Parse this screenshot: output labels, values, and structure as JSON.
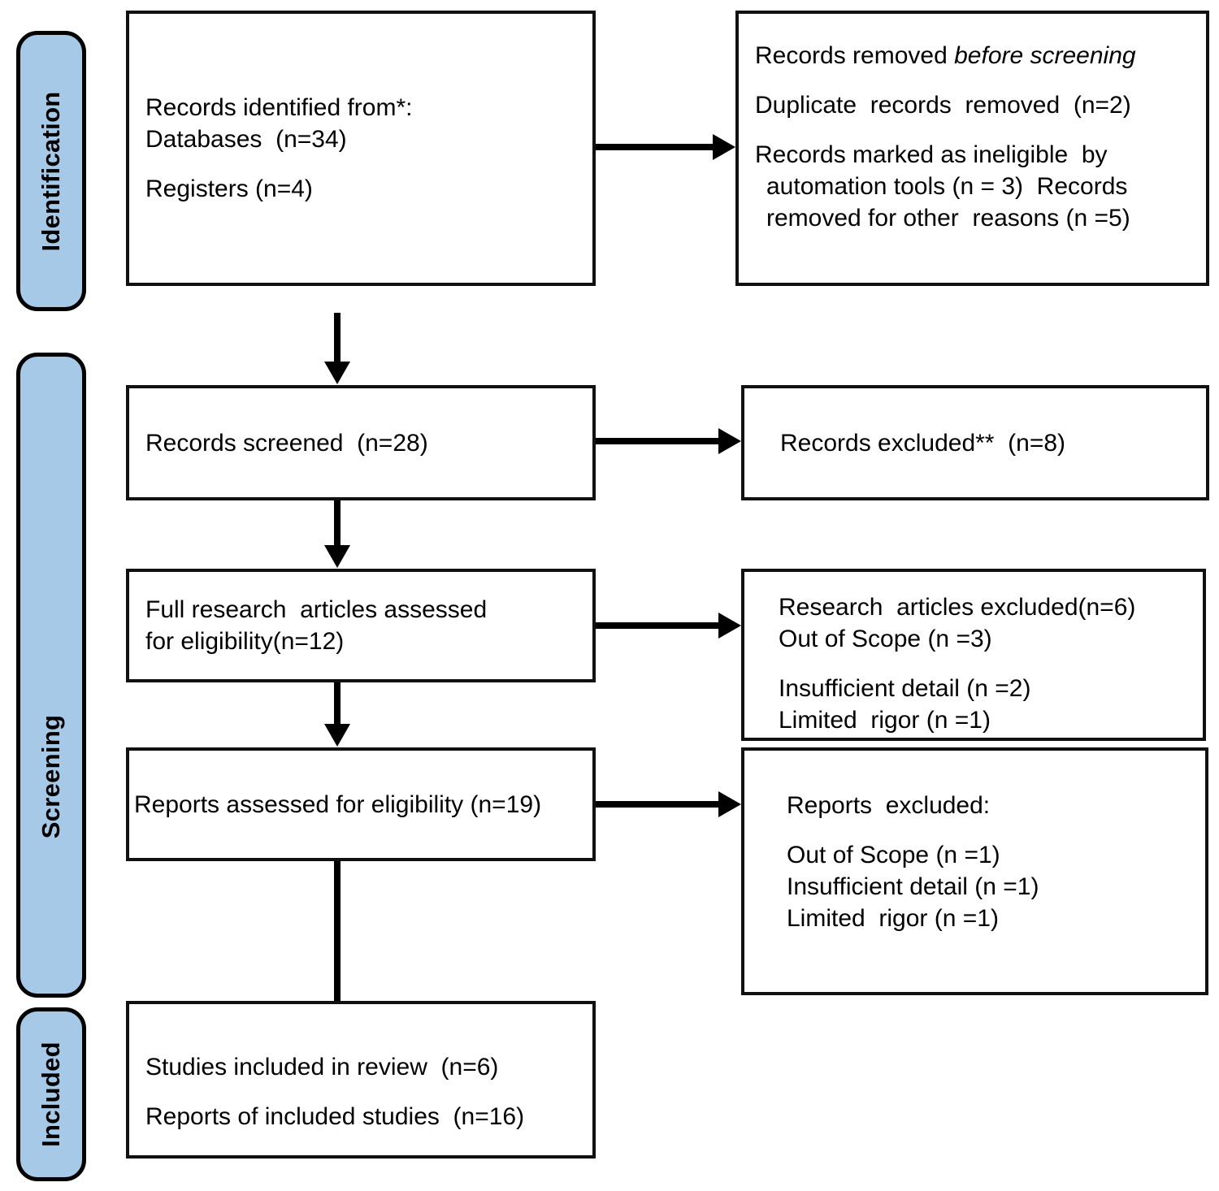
{
  "diagram": {
    "type": "prisma-flow-diagram",
    "accent_color": "#a6c9e8",
    "border_color": "#111111",
    "background": "#ffffff"
  },
  "stages": [
    {
      "id": "identification",
      "label": "Identification"
    },
    {
      "id": "screening",
      "label": "Screening"
    },
    {
      "id": "included",
      "label": "Included"
    }
  ],
  "boxes": {
    "records_identified": {
      "lines": [
        "Records identified from*:",
        "Databases  (n=34)",
        "",
        "Registers (n=4)"
      ]
    },
    "records_removed": {
      "line_prefix": "Records removed ",
      "line_emphasis": "before screening",
      "lines": [
        "Duplicate  records  removed  (n=2)",
        "",
        "Records marked as ineligible  by",
        "automation tools (n = 3)  Records",
        "removed for other  reasons (n =5)"
      ]
    },
    "records_screened": {
      "lines": [
        "Records screened  (n=28)"
      ]
    },
    "records_excluded": {
      "lines": [
        "Records excluded**  (n=8)"
      ]
    },
    "full_articles_assessed": {
      "lines": [
        "Full research  articles assessed",
        "for eligibility(n=12)"
      ]
    },
    "research_articles_excluded": {
      "lines": [
        "Research  articles excluded(n=6)",
        "Out of Scope (n =3)",
        "",
        "Insufficient detail (n =2)",
        "Limited  rigor (n =1)"
      ]
    },
    "reports_assessed": {
      "lines": [
        "Reports assessed for eligibility (n=19)"
      ]
    },
    "reports_excluded": {
      "lines": [
        "Reports  excluded:",
        "",
        "Out of Scope (n =1)",
        "Insufficient detail (n =1)",
        "Limited  rigor (n =1)"
      ]
    },
    "studies_included": {
      "lines": [
        "Studies included in review  (n=6)",
        "",
        "Reports of included studies  (n=16)"
      ]
    }
  }
}
